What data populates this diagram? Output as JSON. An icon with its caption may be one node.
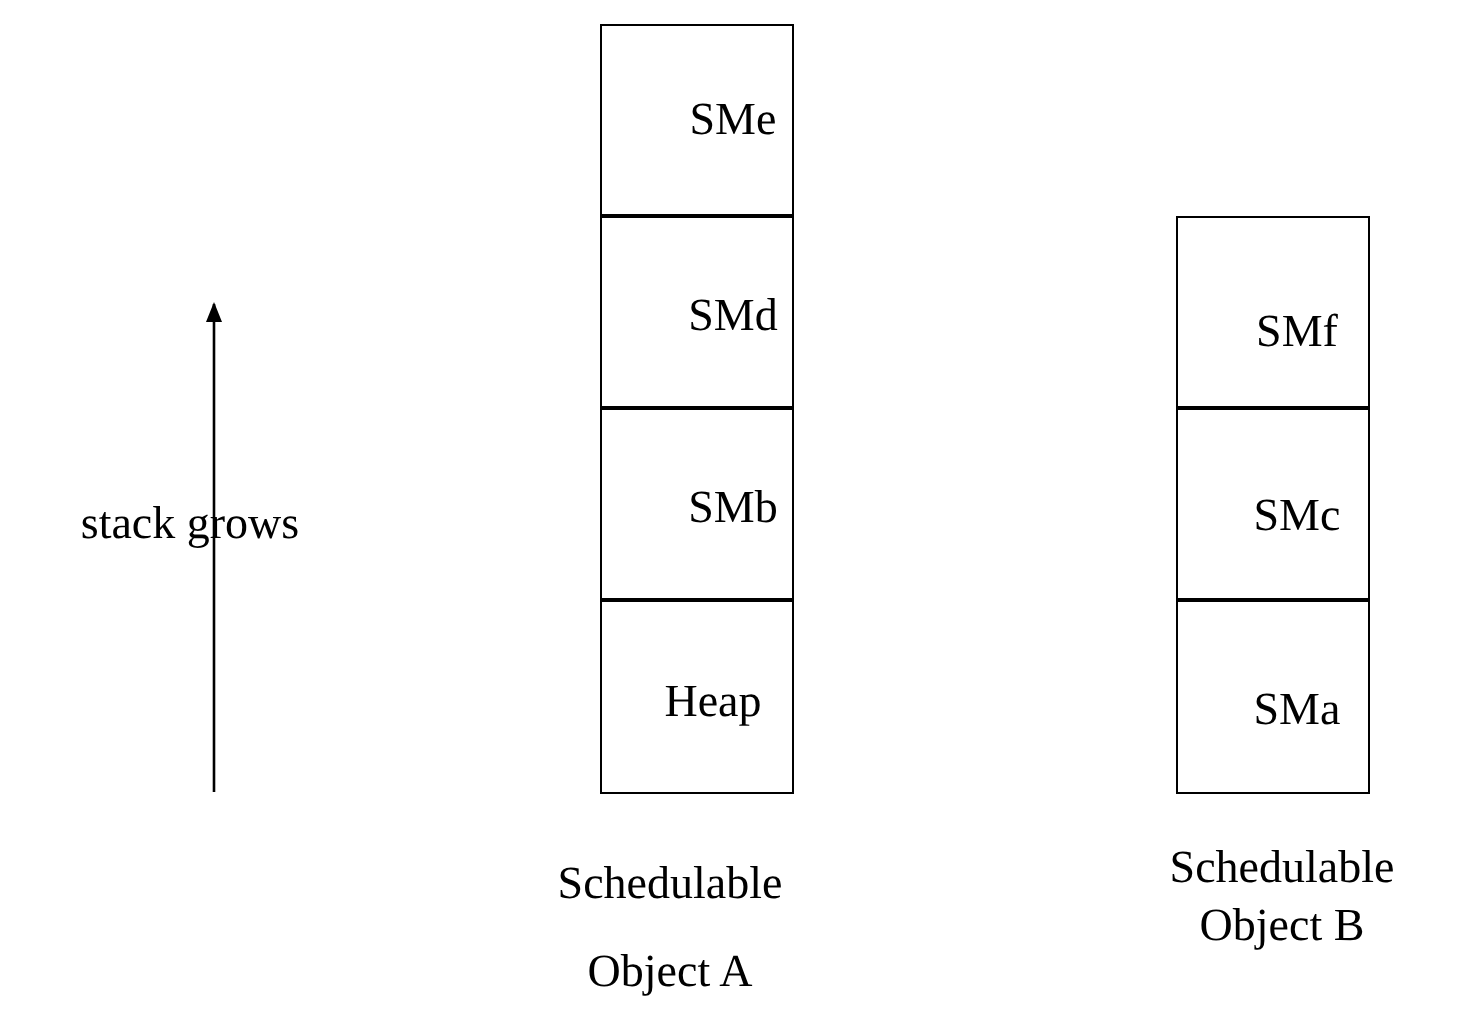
{
  "diagram": {
    "nodes": [
      {
        "text": [
          "SMe"
        ]
      },
      {
        "text": [
          "SMd"
        ]
      },
      {
        "text": [
          "SMb"
        ]
      },
      {
        "text": [
          "Heap"
        ]
      },
      {
        "text": [
          "SMf"
        ]
      },
      {
        "text": [
          "SMc"
        ]
      },
      {
        "text": [
          "SMa"
        ]
      }
    ],
    "edges": [],
    "labels": [
      "stack grows",
      "Schedulable Object A",
      "Schedulable Object B"
    ]
  }
}
